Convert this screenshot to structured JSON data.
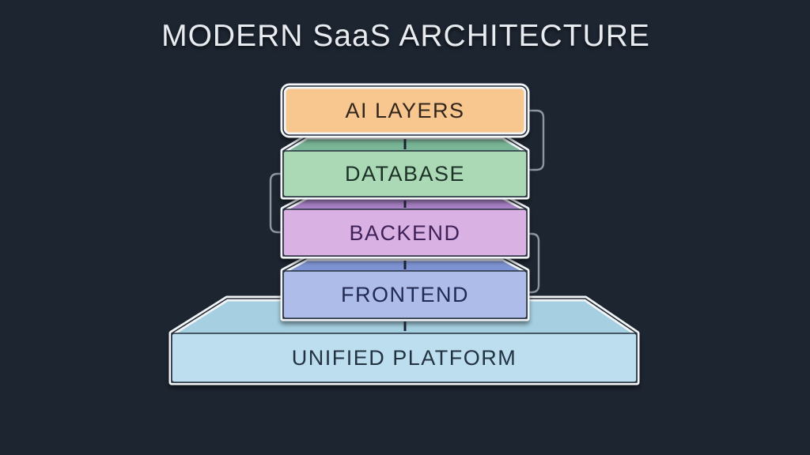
{
  "title": "MODERN SaaS ARCHITECTURE",
  "stack": {
    "layers": [
      {
        "label": "AI LAYERS",
        "fill": "#f8c68f",
        "text_color": "#31251b"
      },
      {
        "label": "DATABASE",
        "fill": "#abd9b5",
        "top_fill": "#79b596",
        "text_color": "#1c3226"
      },
      {
        "label": "BACKEND",
        "fill": "#d9b2e3",
        "top_fill": "#a981c6",
        "text_color": "#41215a"
      },
      {
        "label": "FRONTEND",
        "fill": "#aebcea",
        "top_fill": "#7e93d3",
        "text_color": "#222b52"
      }
    ],
    "platform": {
      "label": "UNIFIED PLATFORM",
      "fill": "#bcdeef",
      "top_fill": "#a6d0e2",
      "text_color": "#243340"
    }
  },
  "style": {
    "background": "#1d2531",
    "title_color": "#e8ebef",
    "border_color": "#f3f5f7",
    "outline_color": "#232d3a",
    "connector_color": "#8e96a4",
    "tick_color": "#1a2230"
  }
}
